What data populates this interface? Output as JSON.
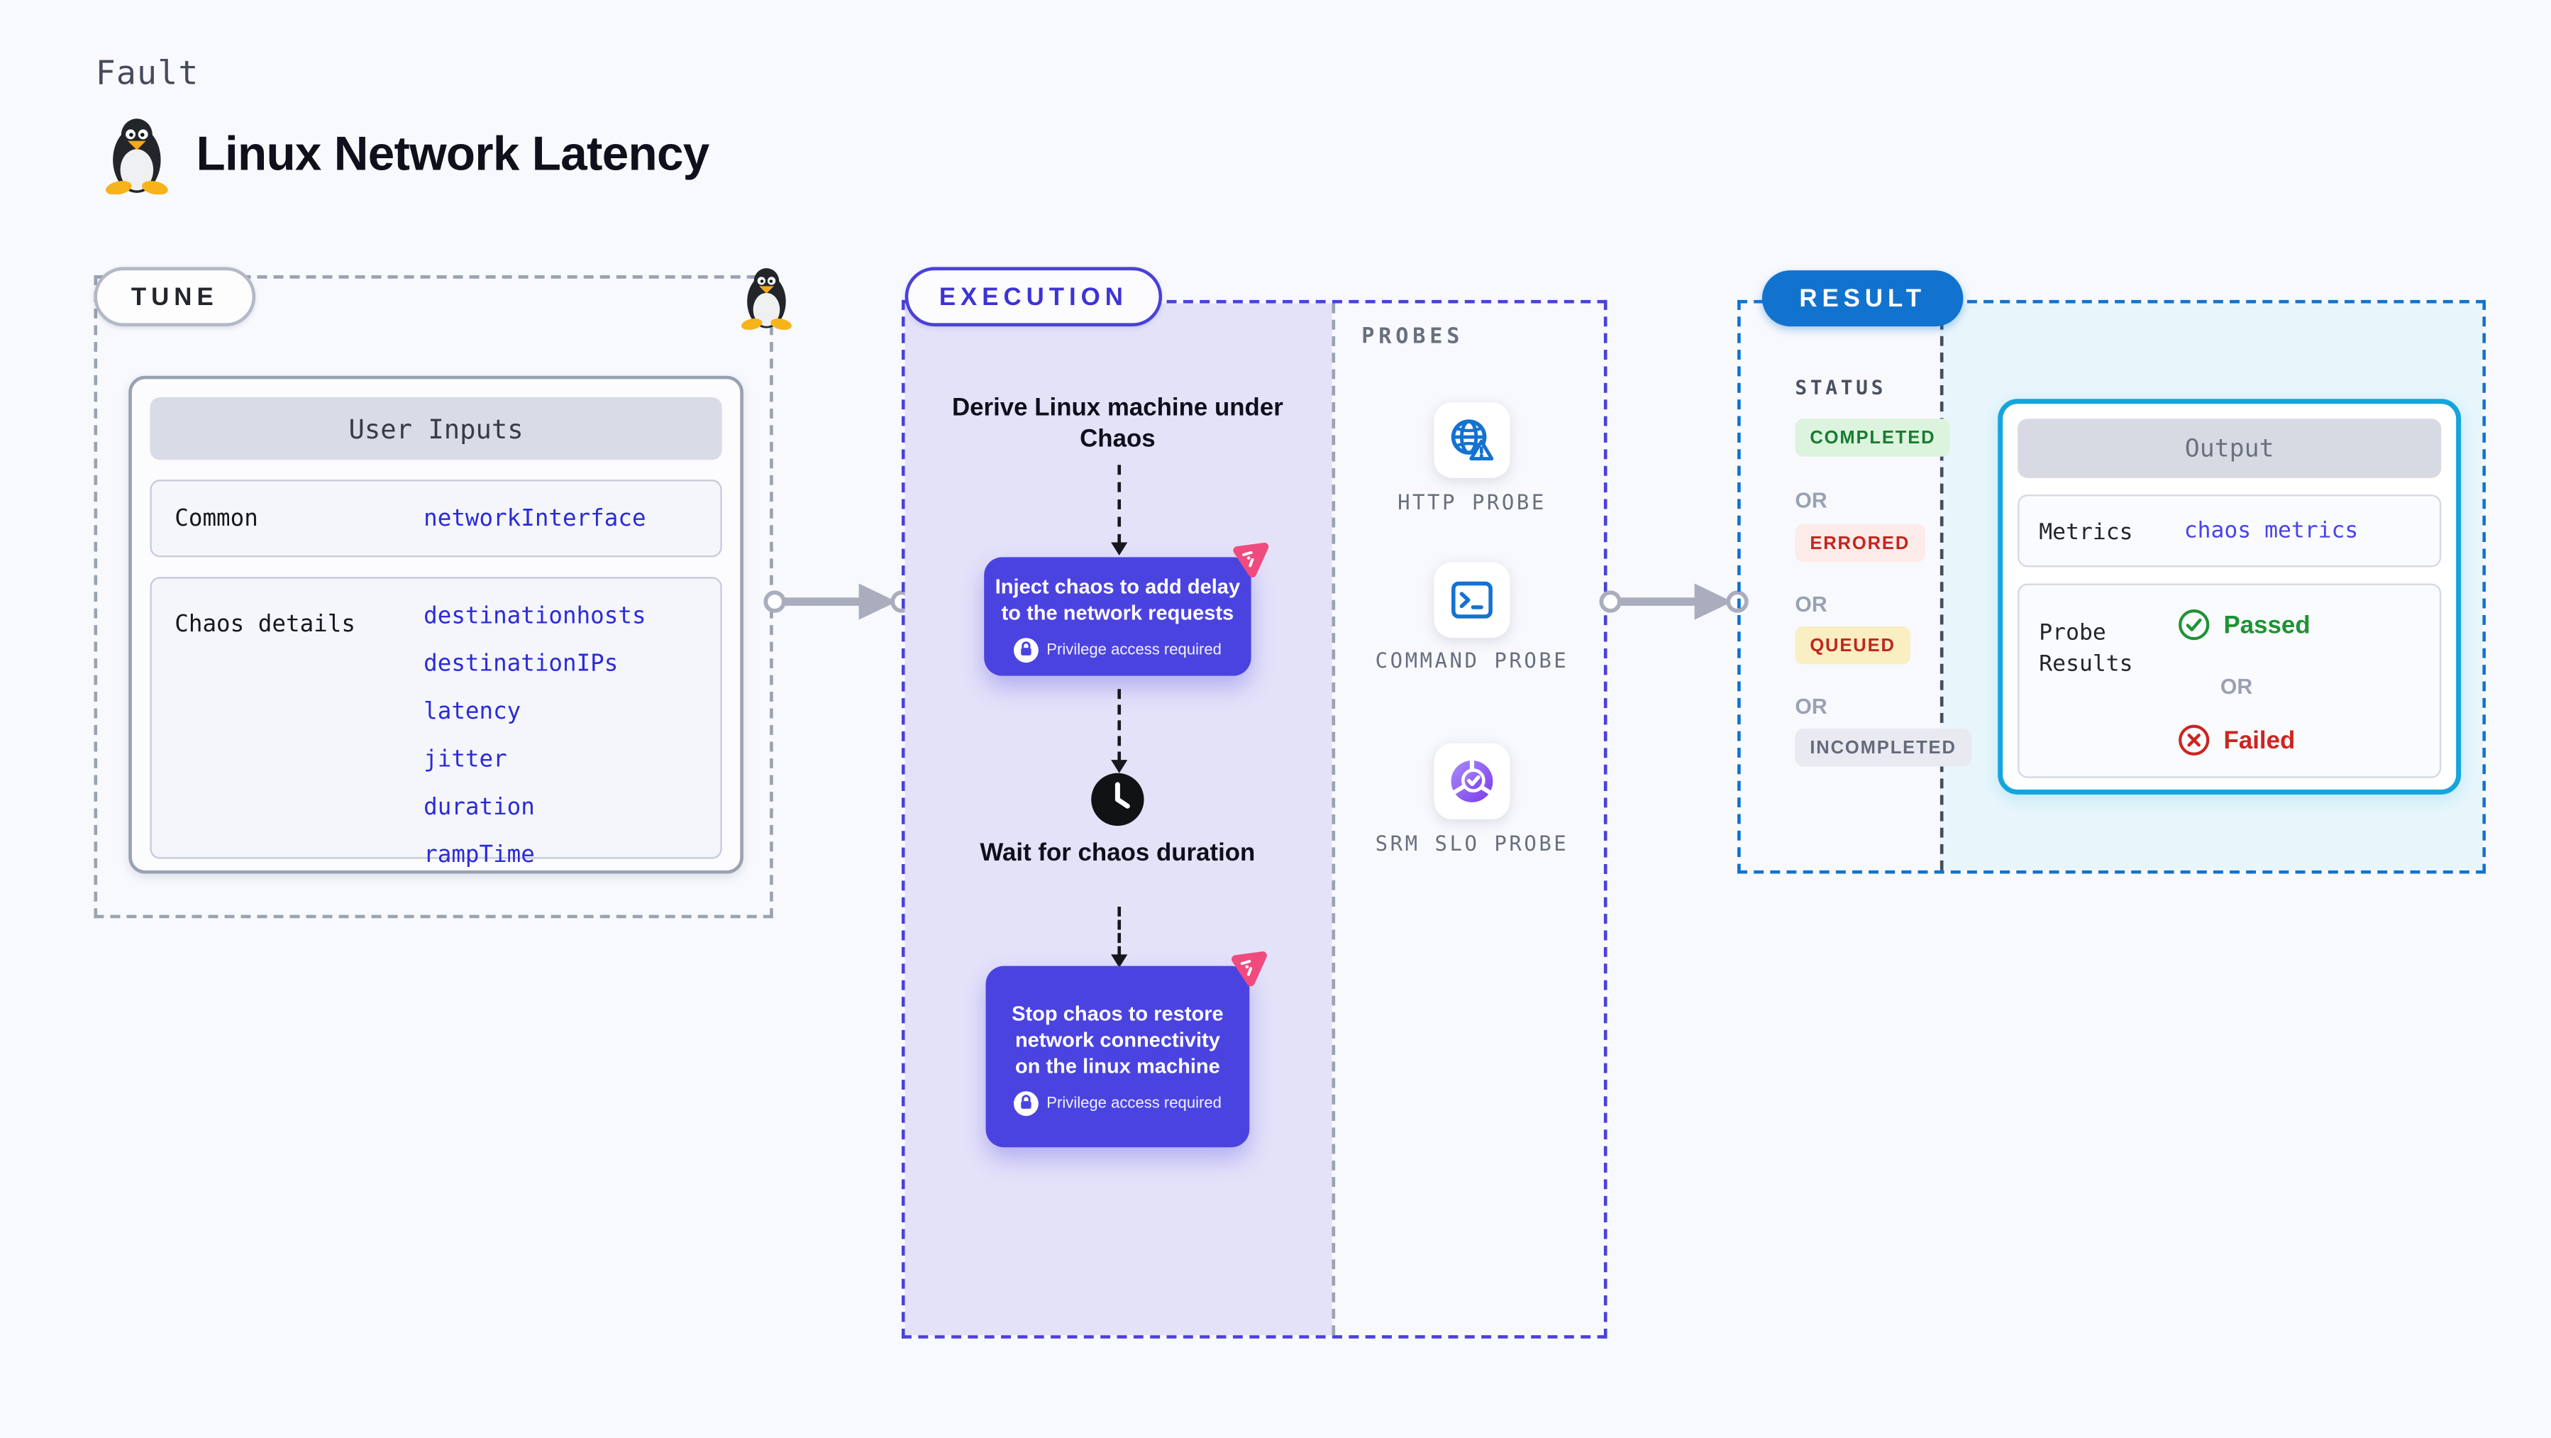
{
  "header": {
    "kicker": "Fault",
    "title": "Linux Network Latency"
  },
  "tune": {
    "label": "TUNE",
    "card_title": "User Inputs",
    "rows": [
      {
        "label": "Common",
        "values": [
          "networkInterface"
        ]
      },
      {
        "label": "Chaos details",
        "values": [
          "destinationhosts",
          "destinationIPs",
          "latency",
          "jitter",
          "duration",
          "rampTime"
        ]
      }
    ]
  },
  "execution": {
    "label": "EXECUTION",
    "steps": {
      "derive": "Derive Linux machine under Chaos",
      "inject": "Inject chaos to add delay to the network requests",
      "wait": "Wait for chaos duration",
      "stop": "Stop chaos to restore network connectivity on the linux machine",
      "privilege_note": "Privilege access required"
    }
  },
  "probes": {
    "label": "PROBES",
    "items": [
      {
        "label": "HTTP PROBE"
      },
      {
        "label": "COMMAND PROBE"
      },
      {
        "label": "SRM SLO PROBE"
      }
    ]
  },
  "result": {
    "label": "RESULT",
    "status_title": "STATUS",
    "or_label": "OR",
    "statuses": [
      {
        "label": "COMPLETED",
        "type": "success"
      },
      {
        "label": "ERRORED",
        "type": "error"
      },
      {
        "label": "QUEUED",
        "type": "queued"
      },
      {
        "label": "INCOMPLETED",
        "type": "muted"
      }
    ],
    "output": {
      "title": "Output",
      "metrics_label": "Metrics",
      "metrics_value": "chaos metrics",
      "probe_results_label": "Probe Results",
      "passed": "Passed",
      "failed": "Failed"
    }
  },
  "colors": {
    "background": "#f8f9fd",
    "indigo_accent": "#4b40da",
    "step_purple": "#4b43e0",
    "lavender_fill": "#e4e2f9",
    "result_blue": "#1273cf",
    "result_fill": "#e8f6fc",
    "output_border_cyan": "#15a5de",
    "code_blue": "#2b2bd8",
    "metrics_blue": "#4a42ec",
    "success_green": "#187c33",
    "error_red": "#c3261d",
    "probe_icon_blue": "#1472d0",
    "chaos_pink": "#ef4b7e"
  }
}
